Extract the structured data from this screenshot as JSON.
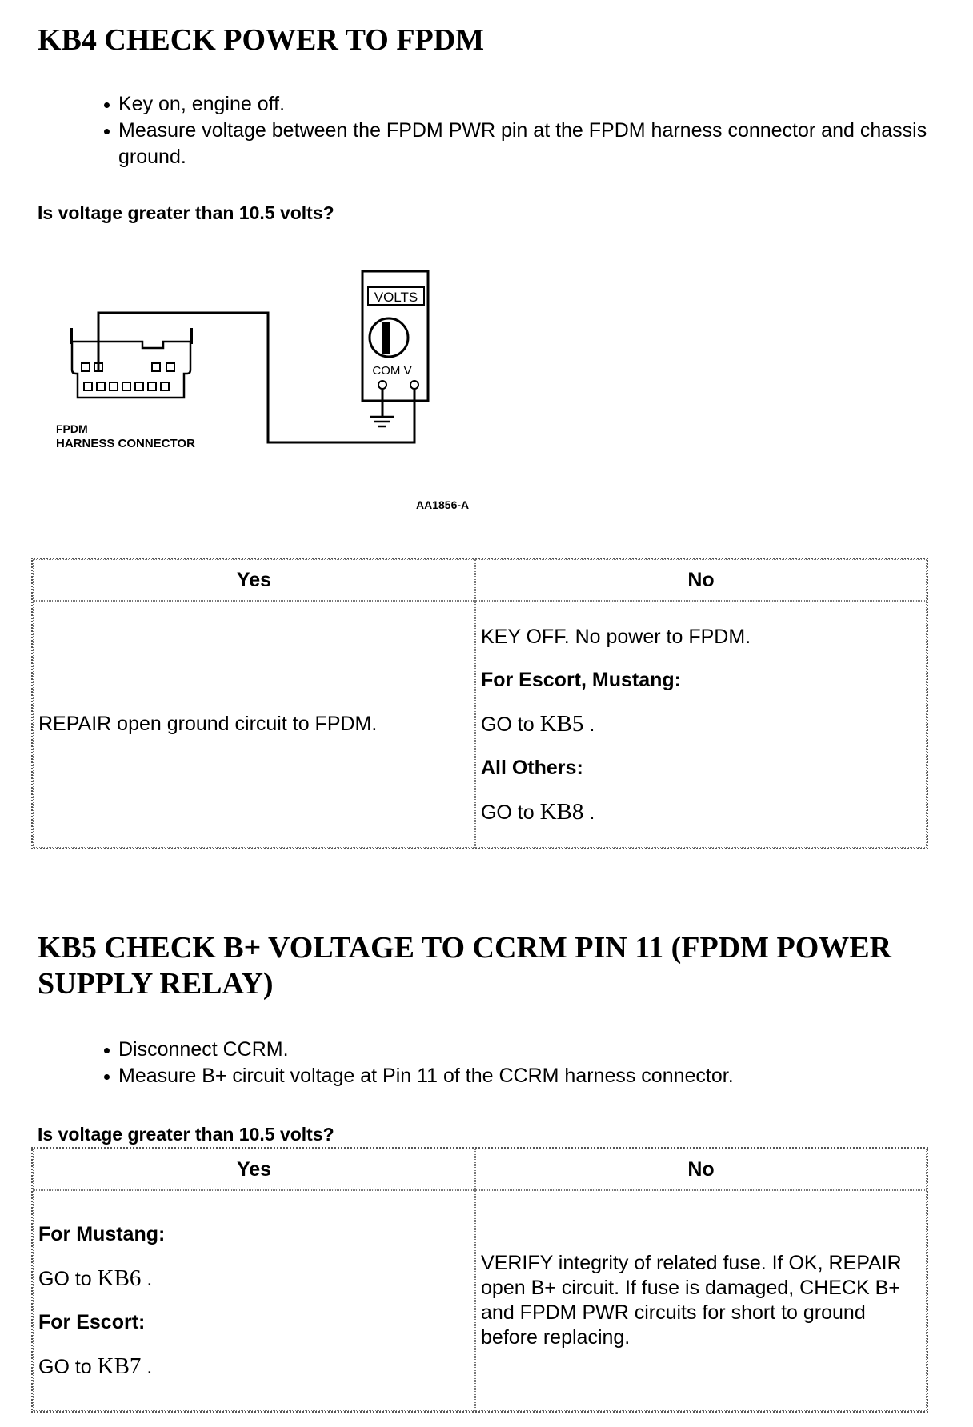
{
  "kb4": {
    "title": "KB4 CHECK POWER TO FPDM",
    "steps": [
      "Key on, engine off.",
      "Measure voltage between the FPDM PWR pin at the FPDM harness connector and chassis ground."
    ],
    "question": "Is voltage greater than 10.5 volts?",
    "figure": {
      "meter_label": "VOLTS",
      "meter_terminals": "COM  V",
      "connector_caption_1": "FPDM",
      "connector_caption_2": "HARNESS CONNECTOR",
      "figure_id": "AA1856-A"
    },
    "table": {
      "yes_header": "Yes",
      "no_header": "No",
      "yes_cell": "REPAIR open ground circuit to FPDM.",
      "no_line1": "KEY OFF. No power to FPDM.",
      "no_sub1": "For Escort, Mustang:",
      "no_goto1_prefix": "GO to ",
      "no_goto1_ref": "KB5",
      "no_goto1_suffix": " .",
      "no_sub2": "All Others:",
      "no_goto2_prefix": "GO to ",
      "no_goto2_ref": "KB8",
      "no_goto2_suffix": " ."
    }
  },
  "kb5": {
    "title_line1": "KB5 CHECK B+ VOLTAGE TO CCRM PIN 11 (FPDM POWER",
    "title_line2": "SUPPLY RELAY)",
    "steps": [
      "Disconnect CCRM.",
      "Measure B+ circuit voltage at Pin 11 of the CCRM harness connector."
    ],
    "question": "Is voltage greater than 10.5 volts?",
    "table": {
      "yes_header": "Yes",
      "no_header": "No",
      "yes_sub1": "For Mustang:",
      "yes_goto1_prefix": "GO to ",
      "yes_goto1_ref": "KB6",
      "yes_goto1_suffix": " .",
      "yes_sub2": "For Escort:",
      "yes_goto2_prefix": "GO to ",
      "yes_goto2_ref": "KB7",
      "yes_goto2_suffix": " .",
      "no_cell": "VERIFY integrity of related fuse. If OK, REPAIR open B+ circuit. If fuse is damaged, CHECK B+ and FPDM PWR circuits for short to ground before replacing."
    }
  }
}
